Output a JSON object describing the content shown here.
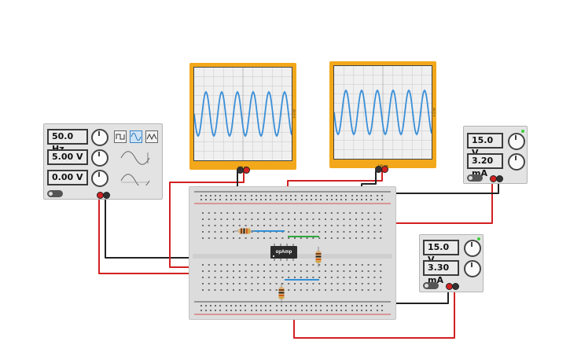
{
  "function_generator": {
    "frequency": "50.0 Hz",
    "amplitude": "5.00 V",
    "dc_offset": "0.00 V",
    "waveforms": [
      "square",
      "sine",
      "triangle"
    ],
    "selected_waveform": "sine"
  },
  "oscilloscope_1": {
    "time_per_div": "100 ms",
    "volts_per_div": "10.0 V"
  },
  "oscilloscope_2": {
    "time_per_div": "100 ms",
    "volts_per_div": "10.0 V"
  },
  "power_supply_1": {
    "voltage": "15.0 V",
    "current": "3.20 mA"
  },
  "power_supply_2": {
    "voltage": "15.0 V",
    "current": "3.30 mA"
  },
  "opamp": {
    "label": "opAmp"
  },
  "colors": {
    "wire_red": "#d32020",
    "wire_black": "#222222",
    "wire_green": "#2fa83a",
    "wire_blue": "#2f8fd6",
    "scope_frame": "#f2a81a",
    "trace": "#3a8fd8"
  }
}
